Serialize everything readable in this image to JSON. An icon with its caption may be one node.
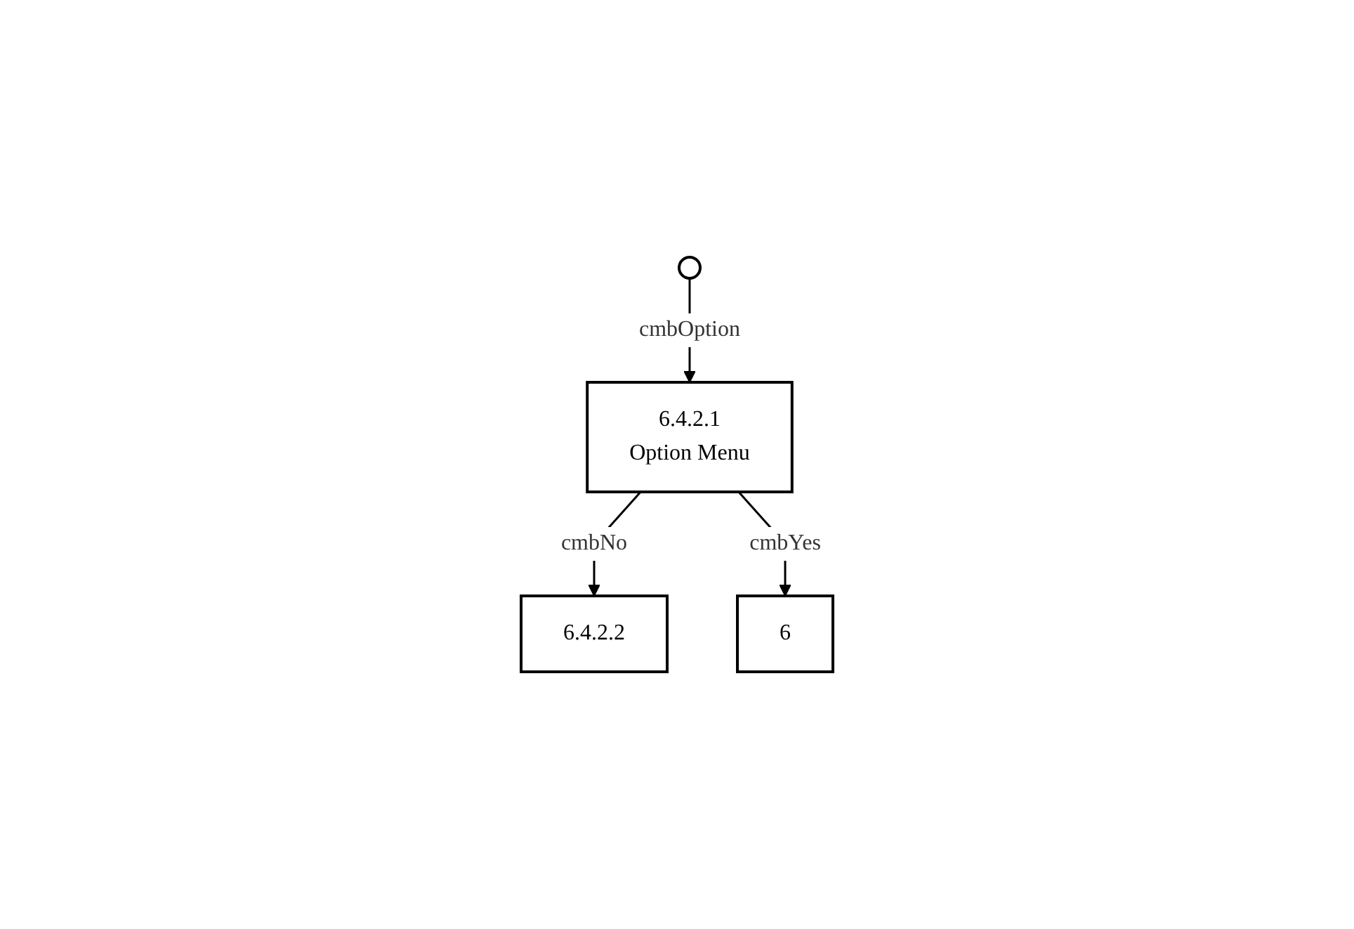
{
  "diagram": {
    "nodes": [
      {
        "text": [],
        "shape": "circle"
      },
      {
        "text": [
          "6.4.2.1",
          "Option Menu"
        ]
      },
      {
        "text": [
          "6.4.2.2"
        ]
      },
      {
        "text": [
          "6"
        ]
      }
    ],
    "edges": [
      {
        "from": 0,
        "to": 1,
        "arrow": "to",
        "label": "cmbOption"
      },
      {
        "from": 1,
        "to": 2,
        "arrow": "to",
        "label": "cmbNo"
      },
      {
        "from": 1,
        "to": 3,
        "arrow": "to",
        "label": "cmbYes"
      }
    ]
  }
}
